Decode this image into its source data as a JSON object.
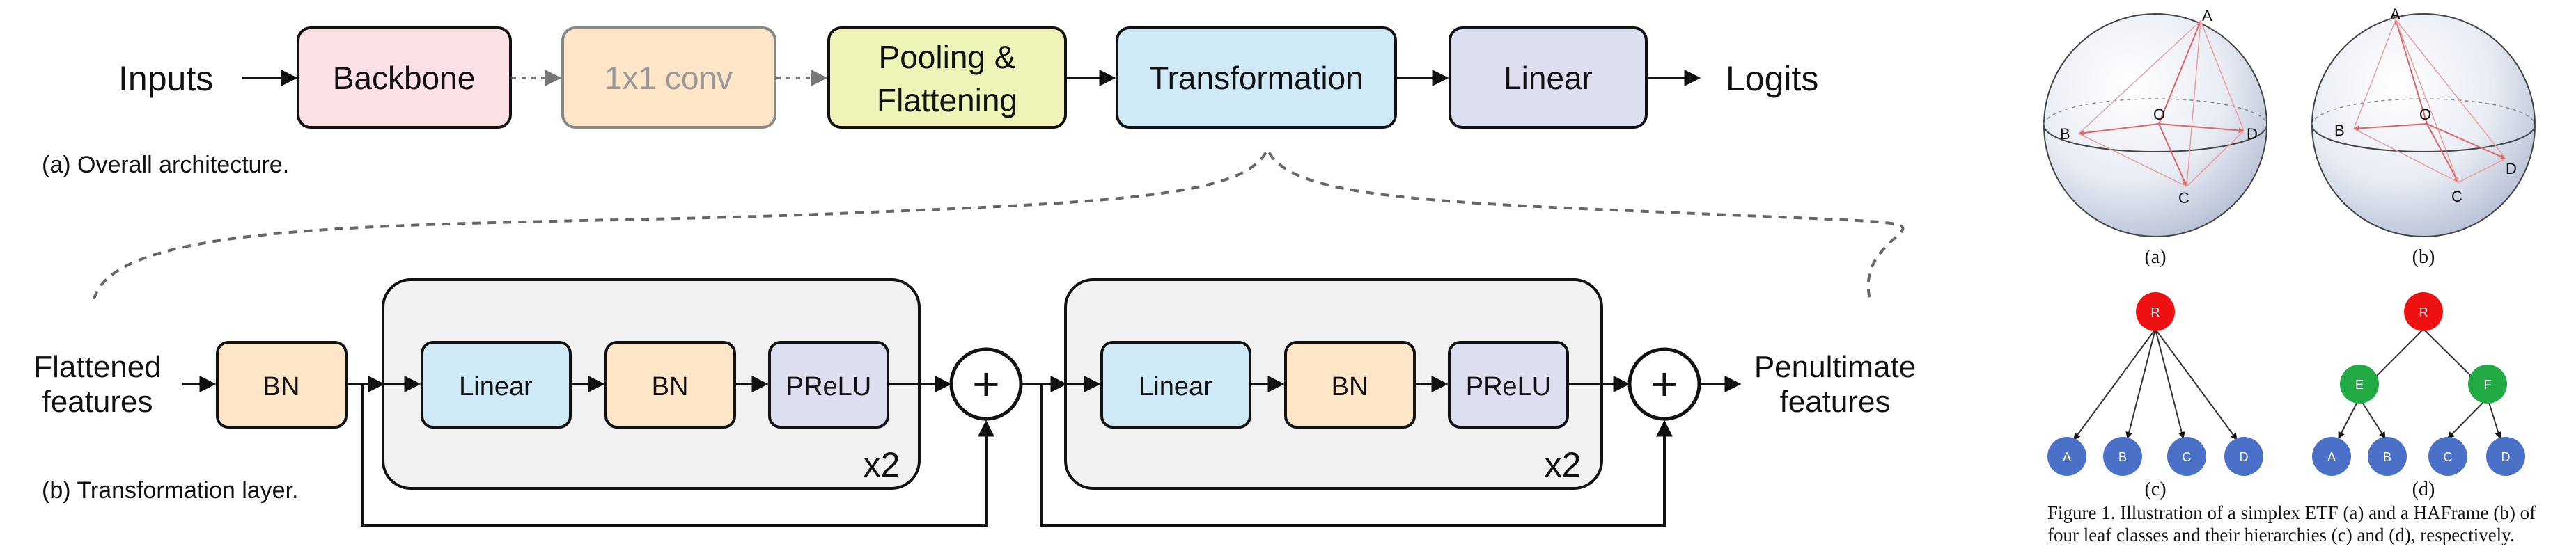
{
  "top_flow": {
    "input": "Inputs",
    "backbone": "Backbone",
    "conv": "1x1 conv",
    "pooling_line1": "Pooling &",
    "pooling_line2": "Flattening",
    "transformation": "Transformation",
    "linear": "Linear",
    "output": "Logits",
    "caption": "(a) Overall architecture."
  },
  "transformation_layer": {
    "input_line1": "Flattened",
    "input_line2": "features",
    "bn": "BN",
    "block1": {
      "linear": "Linear",
      "bn": "BN",
      "prelu": "PReLU",
      "repeat": "x2"
    },
    "block2": {
      "linear": "Linear",
      "bn": "BN",
      "prelu": "PReLU",
      "repeat": "x2"
    },
    "plus": "+",
    "output_line1": "Penultimate",
    "output_line2": "features",
    "caption": "(b) Transformation layer."
  },
  "figure1": {
    "spheres": [
      {
        "label": "(a)",
        "points": {
          "A": "A",
          "B": "B",
          "O": "O",
          "C": "C",
          "D": "D"
        }
      },
      {
        "label": "(b)",
        "points": {
          "A": "A",
          "B": "B",
          "O": "O",
          "C": "C",
          "D": "D"
        }
      }
    ],
    "tree_c": {
      "root": "R",
      "leaves": [
        "A",
        "B",
        "C",
        "D"
      ],
      "label": "(c)"
    },
    "tree_d": {
      "root": "R",
      "mid": [
        "E",
        "F"
      ],
      "leaves": [
        "A",
        "B",
        "C",
        "D"
      ],
      "label": "(d)"
    },
    "caption_line1": "Figure 1. Illustration of a simplex ETF (a) and a HAFrame (b) of",
    "caption_line2": "four leaf classes and their hierarchies (c) and (d), respectively."
  },
  "colors": {
    "backbone": "#fbe0e6",
    "conv": "#fde5c8",
    "pooling": "#eef4b8",
    "transformation": "#cfe9f6",
    "linear_top": "#dddff0",
    "bn": "#fde5c8",
    "linear_block": "#cfe9f6",
    "prelu": "#dddff0",
    "block_bg": "#f1f1f1",
    "root": "#ee1111",
    "mid": "#22aa44",
    "leaf": "#4a70c8"
  }
}
